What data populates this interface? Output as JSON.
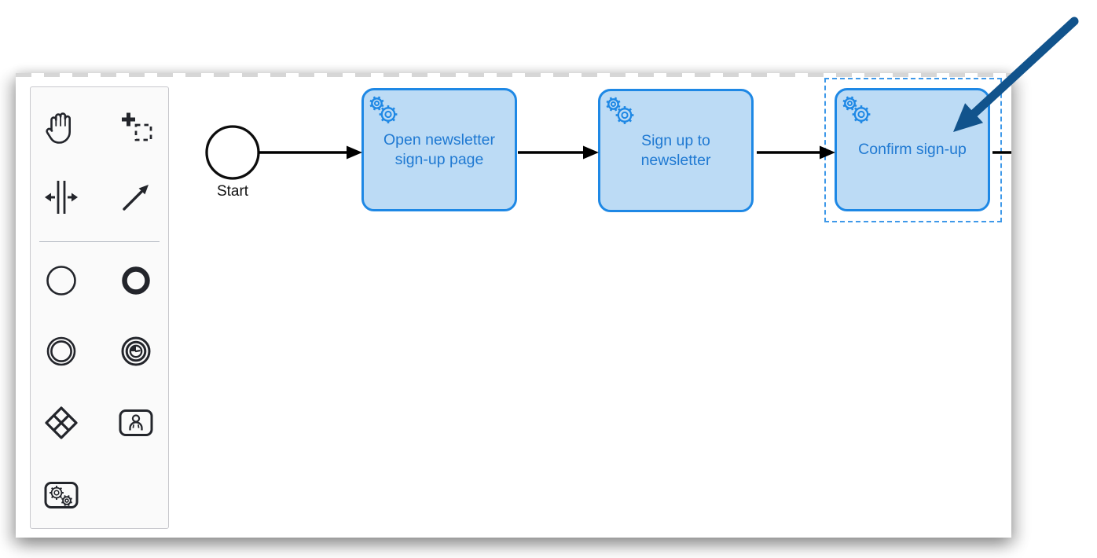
{
  "window": {
    "type": "BPMN modeler canvas (cropped screenshot)"
  },
  "palette": {
    "items": [
      {
        "id": "hand-tool",
        "icon": "hand-icon"
      },
      {
        "id": "lasso-tool",
        "icon": "lasso-crosshair-icon"
      },
      {
        "id": "space-tool",
        "icon": "space-arrows-icon"
      },
      {
        "id": "global-connect-tool",
        "icon": "connect-arrow-icon"
      },
      {
        "id": "create-start-event",
        "icon": "thin-circle-icon"
      },
      {
        "id": "create-end-event",
        "icon": "thick-circle-icon"
      },
      {
        "id": "create-intermediate-event",
        "icon": "double-circle-icon"
      },
      {
        "id": "create-timer-event",
        "icon": "timer-clock-icon"
      },
      {
        "id": "create-exclusive-gateway",
        "icon": "diamond-x-icon"
      },
      {
        "id": "create-user-task",
        "icon": "user-task-icon"
      },
      {
        "id": "create-service-task",
        "icon": "service-task-gears-icon"
      }
    ]
  },
  "diagram": {
    "start_event": {
      "label": "Start"
    },
    "tasks": [
      {
        "label": "Open newsletter sign-up page",
        "type": "service task",
        "selected": false
      },
      {
        "label": "Sign up to newsletter",
        "type": "service task",
        "selected": false
      },
      {
        "label": "Confirm sign-up",
        "type": "service task",
        "selected": true
      }
    ],
    "selected_task": "Confirm sign-up"
  },
  "annotation": {
    "kind": "callout-arrow",
    "points_to": "Confirm sign-up",
    "color": "#11538c"
  },
  "colors": {
    "task_fill": "#bcdbf5",
    "task_stroke": "#1e88e5",
    "task_text": "#1f79d2",
    "selection_dash": "#3f99e9",
    "flow_line": "#000000",
    "palette_icon": "#23252b",
    "annotation_arrow": "#11538c"
  }
}
